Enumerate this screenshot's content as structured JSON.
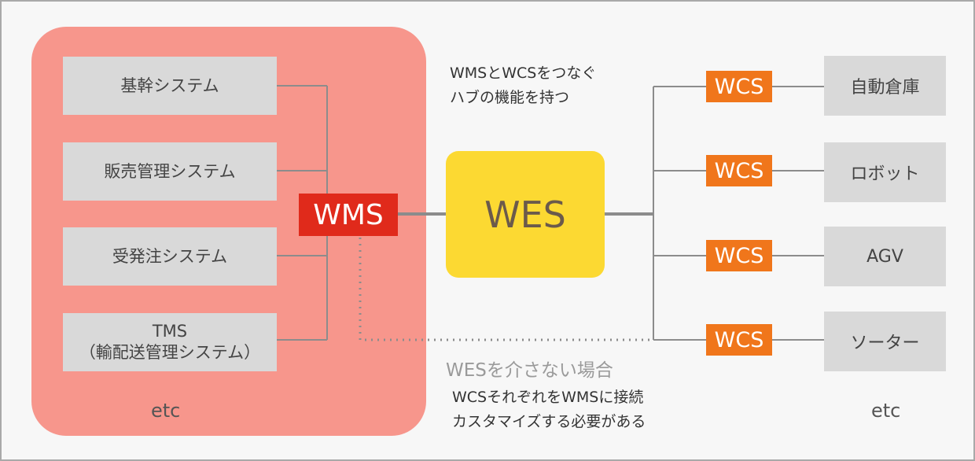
{
  "left_group": {
    "systems": [
      {
        "label": "基幹システム"
      },
      {
        "label": "販売管理システム"
      },
      {
        "label": "受発注システム"
      },
      {
        "label": "TMS\n（輸配送管理システム）"
      }
    ],
    "etc": "etc",
    "color": "#f7968c"
  },
  "wms": {
    "label": "WMS",
    "color": "#e02a1b"
  },
  "wes": {
    "label": "WES",
    "color": "#fcd932"
  },
  "hub_note": "WMSとWCSをつなぐ\nハブの機能を持つ",
  "bypass": {
    "title": "WESを介さない場合",
    "note": "WCSそれぞれをWMSに接続\nカスタマイズする必要がある"
  },
  "right_group": {
    "wcs_label": "WCS",
    "wcs_color": "#f0761b",
    "devices": [
      {
        "label": "自動倉庫"
      },
      {
        "label": "ロボット"
      },
      {
        "label": "AGV"
      },
      {
        "label": "ソーター"
      }
    ],
    "etc": "etc"
  }
}
